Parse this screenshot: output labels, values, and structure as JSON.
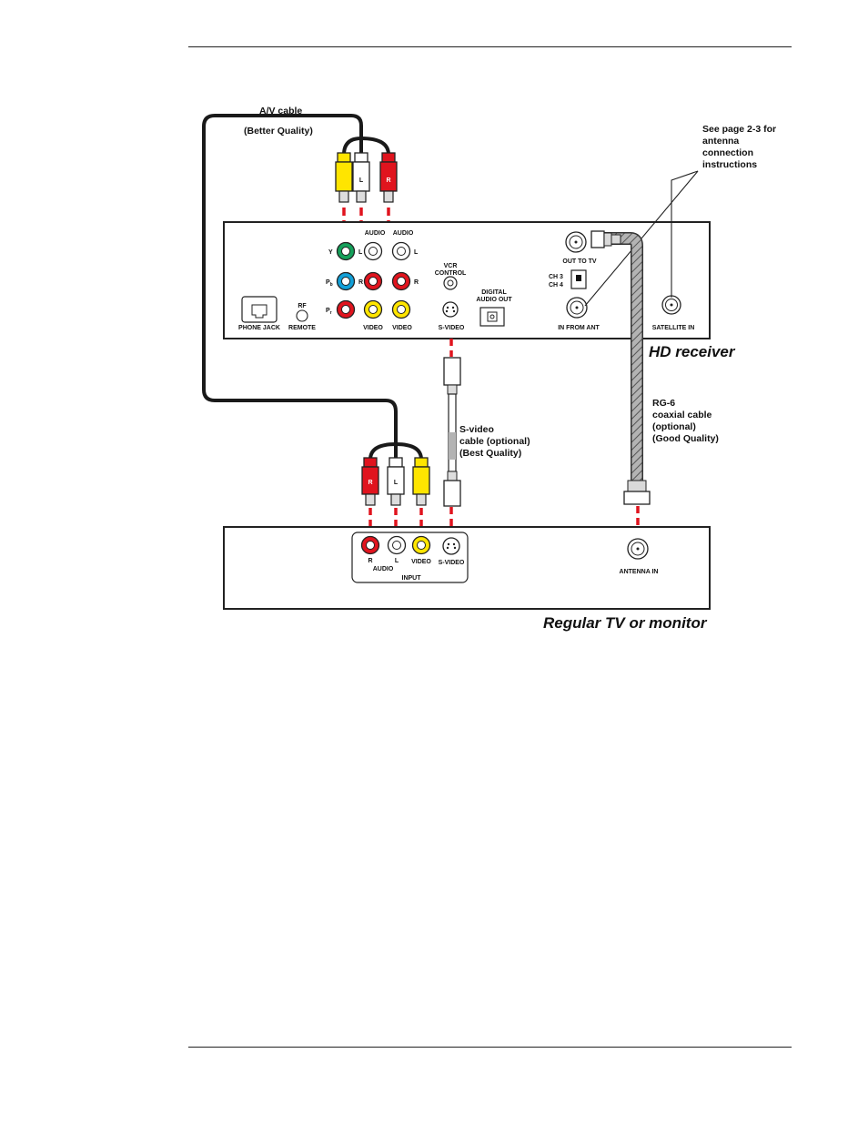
{
  "colors": {
    "red": "#e0141e",
    "yellow": "#ffe500",
    "green": "#14a05a",
    "blue": "#12a0d8",
    "cable": "#222222",
    "coax": "#9a9a9a"
  },
  "labels": {
    "av_cable_1": "A/V cable",
    "av_cable_2": "(Better Quality)",
    "antenna_note_1": "See page 2-3 for",
    "antenna_note_2": "antenna",
    "antenna_note_3": "connection",
    "antenna_note_4": "instructions",
    "hd_receiver": "HD receiver",
    "rg6_1": "RG-6",
    "rg6_2": "coaxial cable",
    "rg6_3": "(optional)",
    "rg6_4": "(Good Quality)",
    "svideo_1": "S-video",
    "svideo_2": "cable (optional)",
    "svideo_3": "(Best Quality)",
    "regular_tv": "Regular TV or monitor"
  },
  "plugs": {
    "left": "L",
    "right": "R"
  },
  "receiver": {
    "y": "Y",
    "pb": "P",
    "pb_sub": "b",
    "pr": "P",
    "pr_sub": "r",
    "audio_1": "AUDIO",
    "audio_2": "AUDIO",
    "l_1": "L",
    "l_2": "L",
    "r_1": "R",
    "r_2": "R",
    "video_1": "VIDEO",
    "video_2": "VIDEO",
    "vcr_control_1": "VCR",
    "vcr_control_2": "CONTROL",
    "s_video": "S-VIDEO",
    "digital_audio_1": "DIGITAL",
    "digital_audio_2": "AUDIO OUT",
    "phone_jack": "PHONE JACK",
    "rf": "RF",
    "remote": "REMOTE",
    "out_to_tv": "OUT TO TV",
    "ch3": "CH 3",
    "ch4": "CH 4",
    "in_from_ant": "IN FROM ANT",
    "satellite_in": "SATELLITE IN"
  },
  "tv": {
    "r": "R",
    "l": "L",
    "audio": "AUDIO",
    "video": "VIDEO",
    "s_video": "S-VIDEO",
    "input": "INPUT",
    "antenna_in": "ANTENNA IN"
  }
}
